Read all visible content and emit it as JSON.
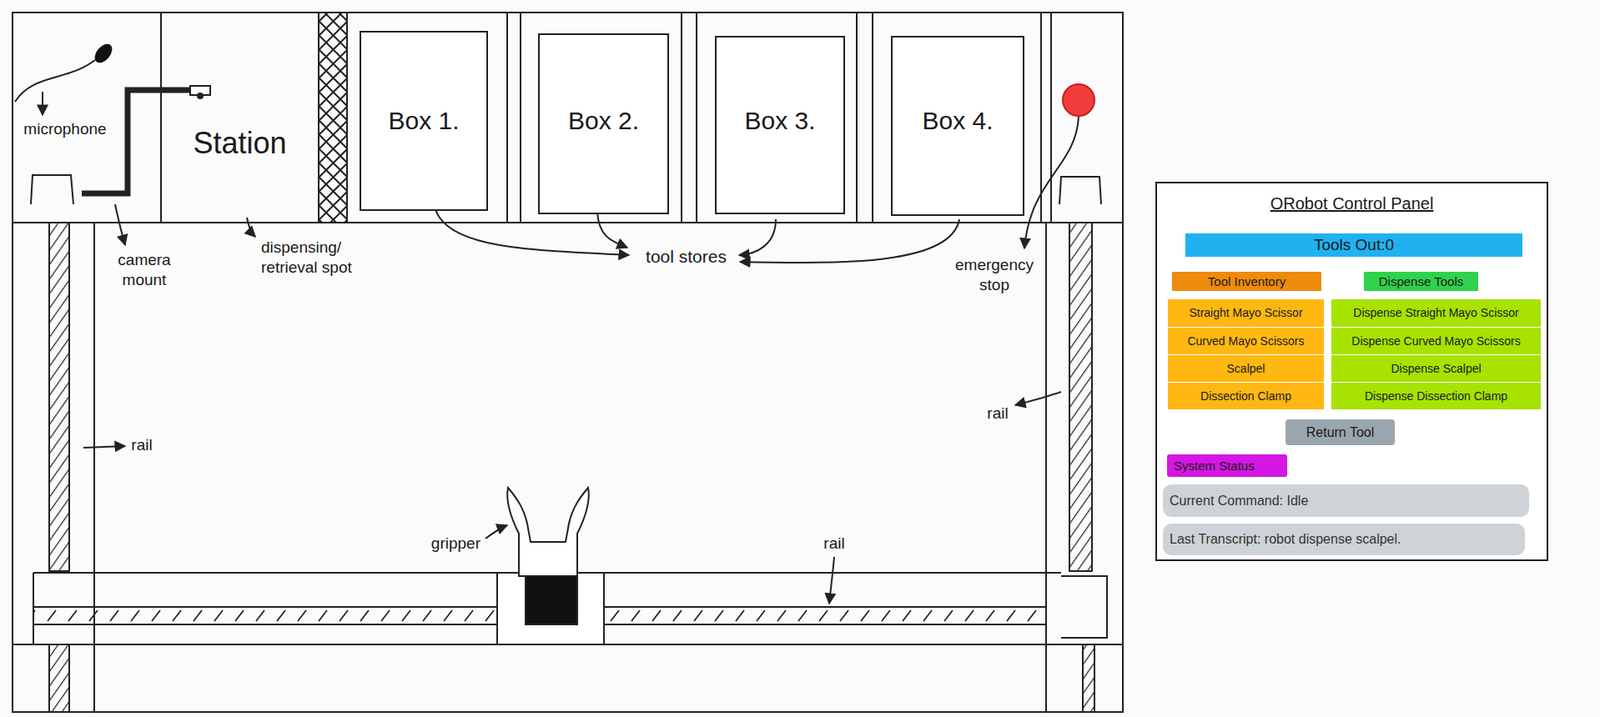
{
  "diagram": {
    "nodes": [
      {
        "text": [
          "Station"
        ]
      },
      {
        "text": [
          "Box 1."
        ]
      },
      {
        "text": [
          "Box 2."
        ]
      },
      {
        "text": [
          "Box 3."
        ]
      },
      {
        "text": [
          "Box 4."
        ]
      },
      {
        "text": [
          "ORobot Control Panel"
        ]
      },
      {
        "text": [
          "Tools Out:0"
        ],
        "in": 5
      },
      {
        "text": [
          "Tool Inventory"
        ],
        "in": 5
      },
      {
        "text": [
          "Dispense Tools"
        ],
        "in": 5
      },
      {
        "text": [
          "Straight Mayo Scissor"
        ],
        "in": 5
      },
      {
        "text": [
          "Dispense Straight Mayo Scissor"
        ],
        "in": 5
      },
      {
        "text": [
          "Curved Mayo Scissors"
        ],
        "in": 5
      },
      {
        "text": [
          "Dispense Curved Mayo Scissors"
        ],
        "in": 5
      },
      {
        "text": [
          "Scalpel"
        ],
        "in": 5
      },
      {
        "text": [
          "Dispense Scalpel"
        ],
        "in": 5
      },
      {
        "text": [
          "Dissection Clamp"
        ],
        "in": 5
      },
      {
        "text": [
          "Dispense Dissection Clamp"
        ],
        "in": 5
      },
      {
        "text": [
          "Return Tool"
        ],
        "in": 5
      },
      {
        "text": [
          "System Status"
        ],
        "in": 5
      },
      {
        "text": [
          "Current Command: Idle"
        ],
        "in": 5
      },
      {
        "text": [
          "Last Transcript: robot dispense scalpel."
        ],
        "in": 5
      }
    ],
    "labels": [
      "microphone",
      "camera mount",
      "dispensing/ retrieval spot",
      "tool stores",
      "emergency stop",
      "rail",
      "rail",
      "gripper",
      "rail"
    ]
  }
}
